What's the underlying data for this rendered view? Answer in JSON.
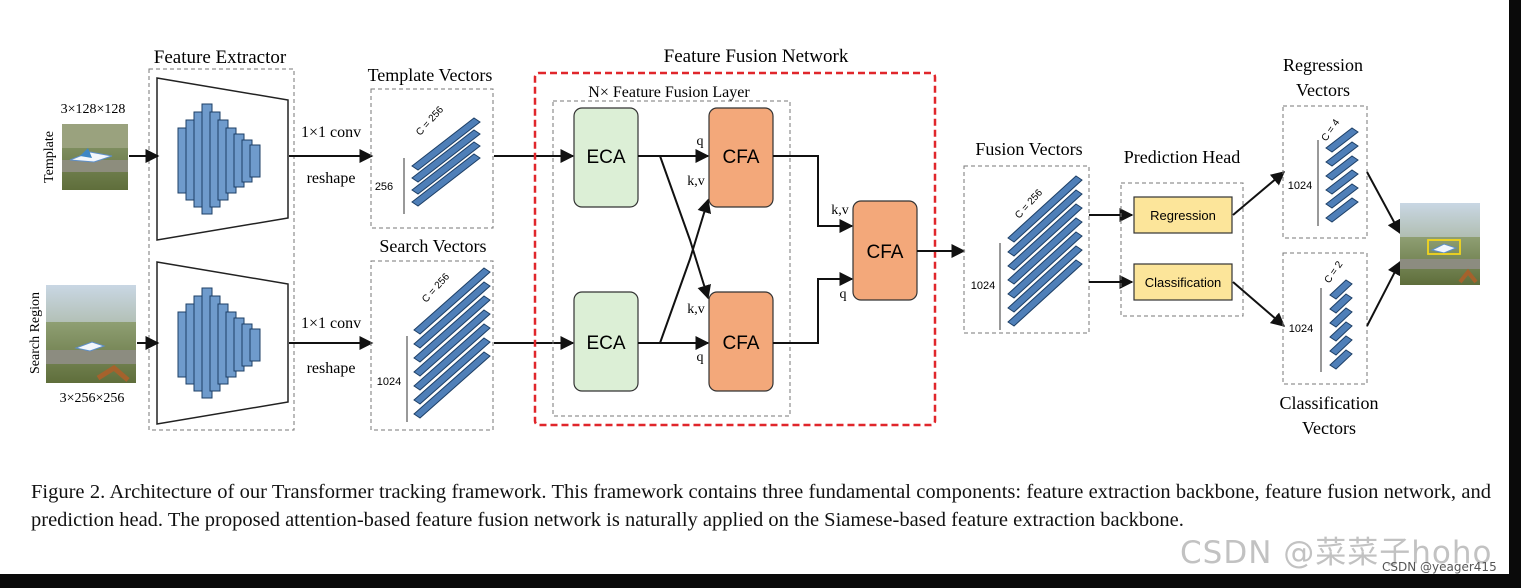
{
  "labels": {
    "feature_extractor": "Feature Extractor",
    "template_size": "3×128×128",
    "template": "Template",
    "search_region": "Search Region",
    "search_size": "3×256×256",
    "conv_top": "1×1 conv",
    "reshape_top": "reshape",
    "conv_bottom": "1×1 conv",
    "reshape_bottom": "reshape",
    "template_vectors": "Template Vectors",
    "search_vectors": "Search Vectors",
    "tv_channels": "C = 256",
    "tv_length": "256",
    "sv_channels": "C = 256",
    "sv_length": "1024",
    "feature_fusion_network": "Feature Fusion Network",
    "fusion_layer": "N× Feature Fusion Layer",
    "eca_top": "ECA",
    "eca_bottom": "ECA",
    "cfa_top": "CFA",
    "cfa_bottom": "CFA",
    "cfa_final": "CFA",
    "q_top": "q",
    "kv_top": "k,v",
    "kv_bottom": "k,v",
    "q_bottom": "q",
    "kv_final": "k,v",
    "q_final": "q",
    "fusion_vectors": "Fusion Vectors",
    "fv_channels": "C = 256",
    "fv_length": "1024",
    "prediction_head": "Prediction Head",
    "regression": "Regression",
    "classification": "Classification",
    "regression_vectors_1": "Regression",
    "regression_vectors_2": "Vectors",
    "rv_channels": "C = 4",
    "rv_length": "1024",
    "classification_vectors_1": "Classification",
    "classification_vectors_2": "Vectors",
    "cv_channels": "C = 2",
    "cv_length": "1024"
  },
  "caption": "Figure 2. Architecture of our Transformer tracking framework. This framework contains three fundamental components: feature extraction backbone, feature fusion network, and prediction head. The proposed attention-based feature fusion network is naturally applied on the Siamese-based feature extraction backbone.",
  "watermark": "CSDN @菜菜子hoho",
  "watermark_small": "CSDN @yeager415",
  "colors": {
    "eca_fill": "#dcefd6",
    "cfa_fill": "#f3a87a",
    "head_fill": "#fce59a",
    "vector_fill": "#4f7fb8",
    "fusion_border": "#e0262b"
  }
}
